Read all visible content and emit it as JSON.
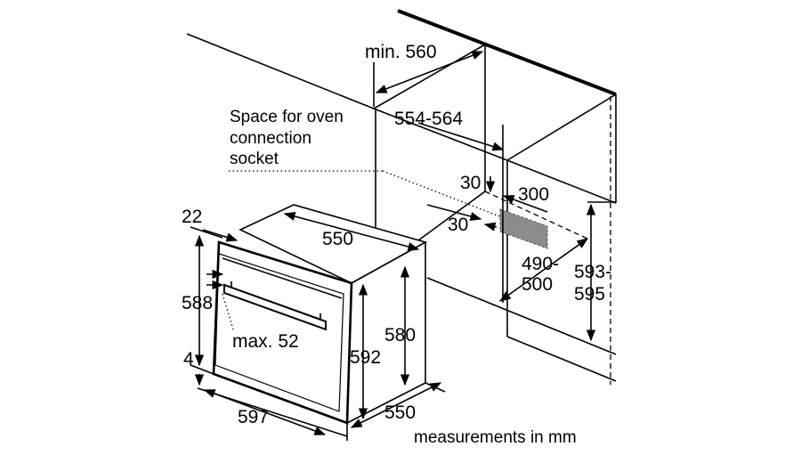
{
  "labels": {
    "space_line1": "Space for oven",
    "space_line2": "connection",
    "space_line3": "socket",
    "units": "measurements in mm"
  },
  "dimensions": {
    "min_width": "min. 560",
    "niche_depth": "554-564",
    "socket_top_offset": "30",
    "socket_side_offset": "30",
    "socket_width": "300",
    "socket_height_a": "490-",
    "socket_height_b": "500",
    "niche_height_a": "593-",
    "niche_height_b": "595",
    "frame_offset": "22",
    "top_depth": "550",
    "front_height": "588",
    "handle_depth": "max. 52",
    "bottom_offset": "4",
    "front_width": "597",
    "side_height": "592",
    "body_height": "580",
    "bottom_depth": "550"
  }
}
